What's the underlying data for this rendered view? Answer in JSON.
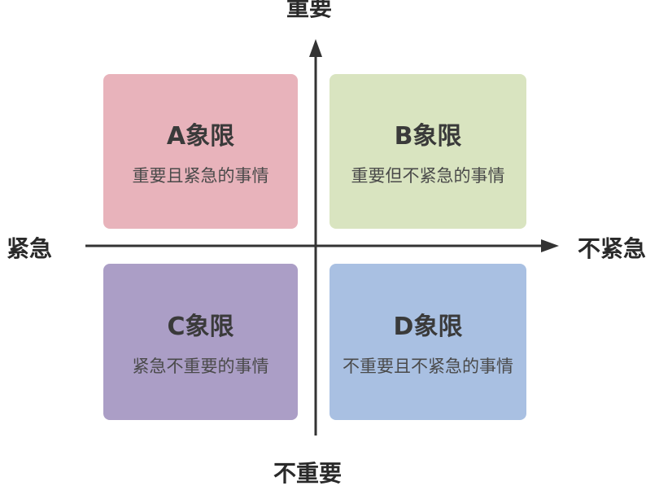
{
  "axes": {
    "top": "重要",
    "bottom": "不重要",
    "left": "紧急",
    "right": "不紧急"
  },
  "quadrants": [
    {
      "title": "A象限",
      "desc": "重要且紧急的事情",
      "color": "#e8b3bb"
    },
    {
      "title": "B象限",
      "desc": "重要但不紧急的事情",
      "color": "#d9e4c0"
    },
    {
      "title": "C象限",
      "desc": "紧急不重要的事情",
      "color": "#ab9ec6"
    },
    {
      "title": "D象限",
      "desc": "不重要且不紧急的事情",
      "color": "#a9c0e2"
    }
  ]
}
